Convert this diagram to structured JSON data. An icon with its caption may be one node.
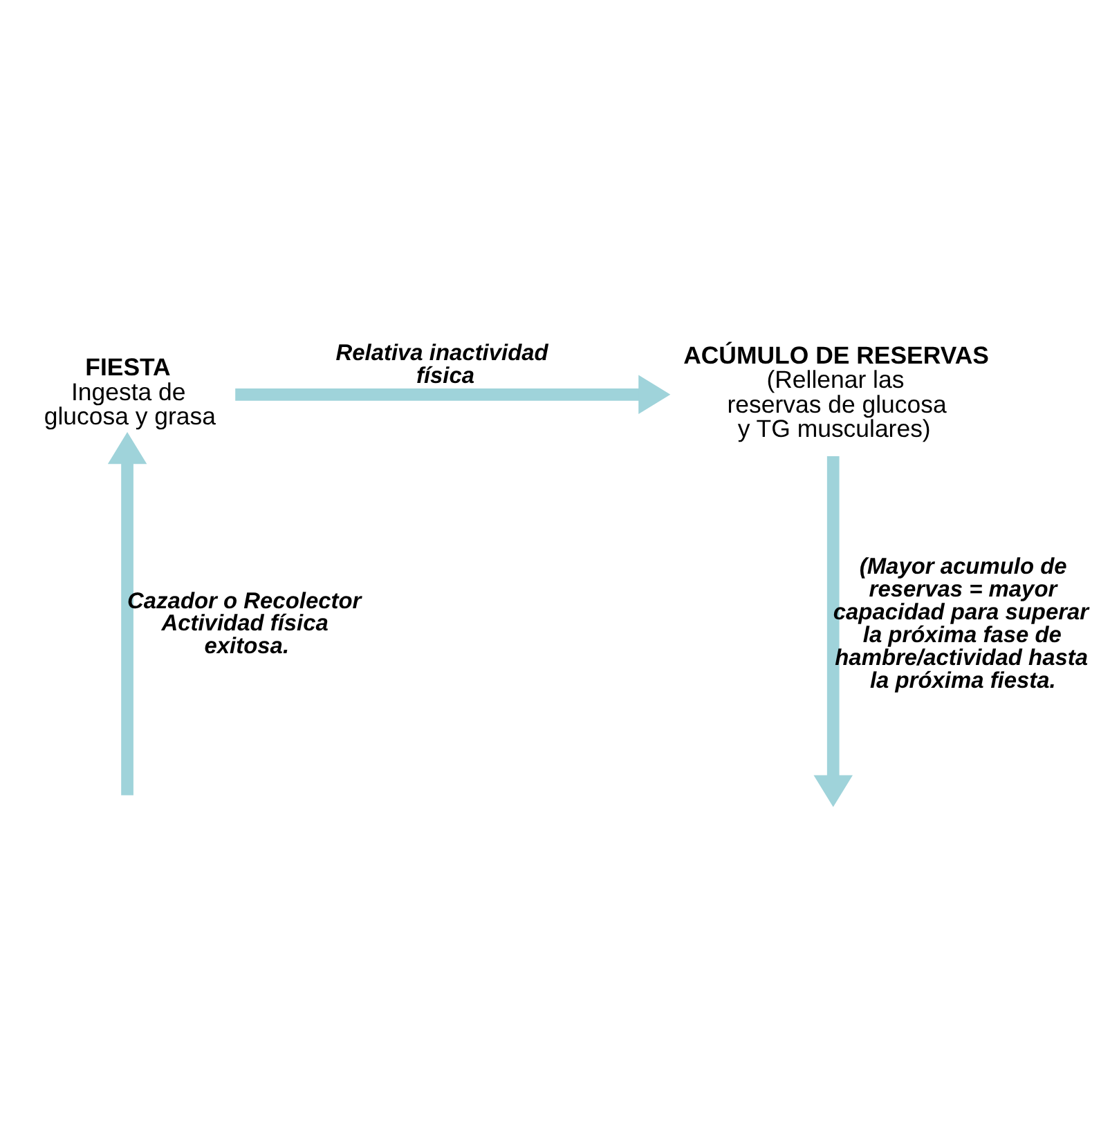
{
  "diagram": {
    "nodes": [
      {
        "text": [
          "FIESTA",
          "Ingesta de glucosa y grasa"
        ]
      },
      {
        "text": [
          "ACÚMULO DE RESERVAS",
          "(Rellenar las reservas de glucosa y TG musculares)"
        ]
      }
    ],
    "edges": [
      {
        "from": 0,
        "to": 1,
        "arrow": "to",
        "label": "Relativa inactividad física"
      },
      {
        "from": 1,
        "to": null,
        "arrow": "to",
        "label": "(Mayor acumulo de reservas = mayor capacidad para superar la próxima fase de hambre/actividad hasta la próxima fiesta."
      },
      {
        "from": null,
        "to": 0,
        "arrow": "to",
        "label": "Cazador o Recolector Actividad física exitosa."
      }
    ]
  }
}
